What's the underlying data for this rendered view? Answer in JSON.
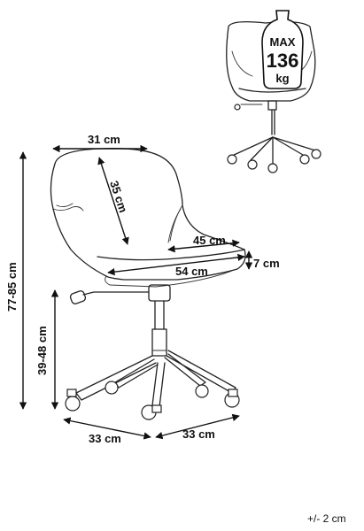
{
  "weight_badge": {
    "line1": "MAX",
    "line2": "136",
    "line3": "kg"
  },
  "dimensions": {
    "back_width": "31 cm",
    "back_height": "35 cm",
    "seat_depth": "45 cm",
    "seat_width": "54 cm",
    "seat_thickness": "7 cm",
    "total_height": "77-85 cm",
    "seat_height": "39-48 cm",
    "base_left": "33 cm",
    "base_right": "33 cm"
  },
  "tolerance": "+/- 2 cm"
}
